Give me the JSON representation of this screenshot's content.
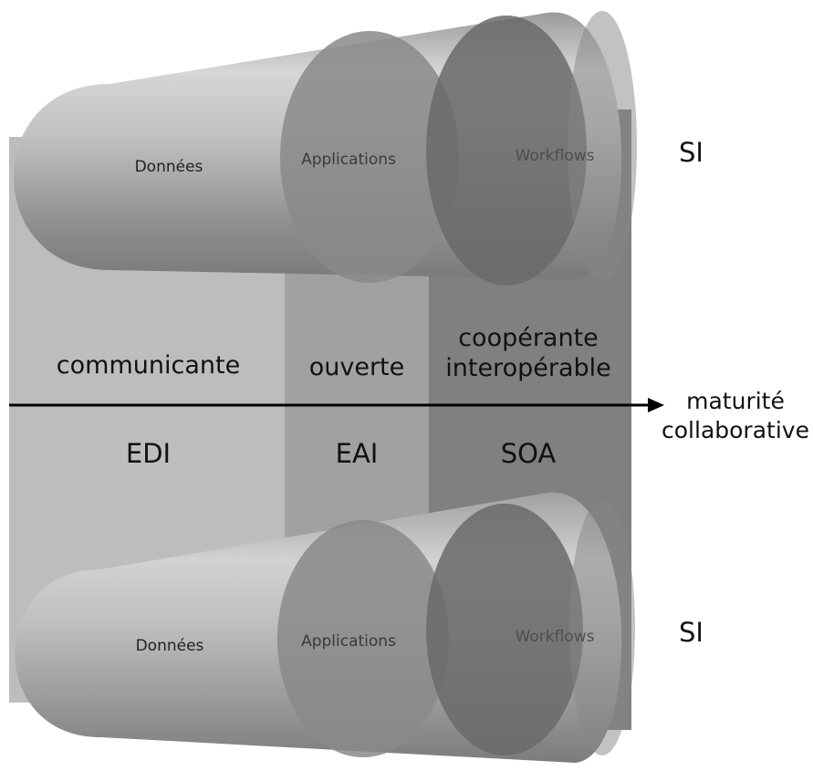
{
  "system_top": {
    "cylinders": [
      {
        "label": "Données"
      },
      {
        "label": "Applications"
      },
      {
        "label": "Workflows"
      }
    ],
    "side_label": "SI"
  },
  "system_bottom": {
    "cylinders": [
      {
        "label": "Données"
      },
      {
        "label": "Applications"
      },
      {
        "label": "Workflows"
      }
    ],
    "side_label": "SI"
  },
  "bands": [
    {
      "quality": [
        "communicante"
      ],
      "technology": "EDI"
    },
    {
      "quality": [
        "ouverte"
      ],
      "technology": "EAI"
    },
    {
      "quality": [
        "coopérante",
        "interopérable"
      ],
      "technology": "SOA"
    }
  ],
  "axis": {
    "label": [
      "maturité",
      "collaborative"
    ]
  },
  "colors": {
    "band_edi": "#bdbdbd",
    "band_eai": "#9f9f9f",
    "band_soa": "#7f7f7f",
    "tube": "#a8a8a8",
    "axis": "#000000"
  }
}
